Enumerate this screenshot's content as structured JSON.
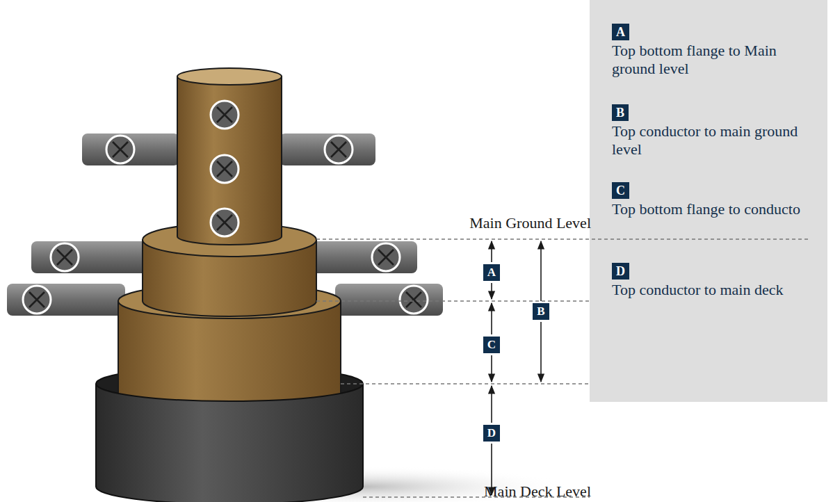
{
  "diagram": {
    "nodes": [
      {
        "text": [
          "A"
        ]
      },
      {
        "text": [
          "B"
        ]
      },
      {
        "text": [
          "C"
        ]
      },
      {
        "text": [
          "D"
        ]
      },
      {
        "text": [
          "A",
          "Top bottom flange to Main ground level"
        ]
      },
      {
        "text": [
          "B",
          "Top conductor to main ground level"
        ]
      },
      {
        "text": [
          "C",
          "Top bottom flange to conducto"
        ]
      },
      {
        "text": [
          "D",
          "Top conductor to main deck"
        ]
      }
    ],
    "labels": [
      "Main Ground Level",
      "Main Deck Level"
    ]
  }
}
